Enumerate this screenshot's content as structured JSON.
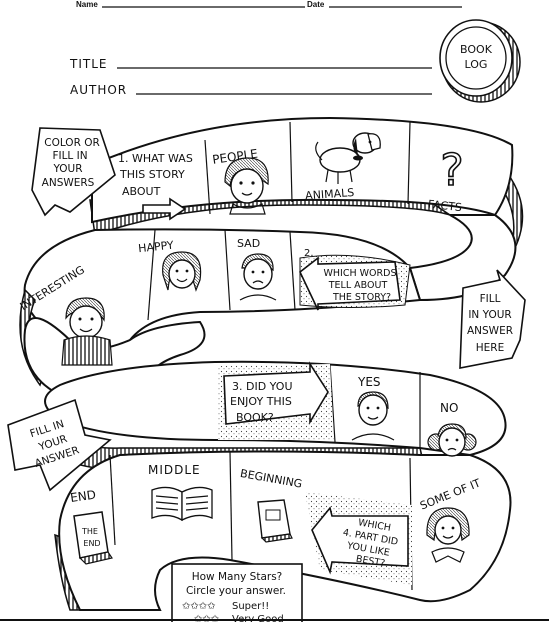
{
  "header": {
    "name_label": "Name",
    "date_label": "Date"
  },
  "form": {
    "title_label": "TITLE",
    "author_label": "AUTHOR"
  },
  "badge": {
    "line1": "BOOK",
    "line2": "LOG"
  },
  "instructions": {
    "start": [
      "COLOR OR",
      "FILL IN",
      "YOUR",
      "ANSWERS"
    ],
    "fill_right": [
      "FILL",
      "IN YOUR",
      "ANSWER",
      "HERE"
    ],
    "fill_left": [
      "FILL IN",
      "YOUR",
      "ANSWER"
    ]
  },
  "questions": {
    "q1": [
      "1. WHAT WAS",
      "THIS STORY",
      "ABOUT"
    ],
    "q2_number": "2.",
    "q2": [
      "WHICH WORDS",
      "TELL ABOUT",
      "THE STORY?"
    ],
    "q3": [
      "3. DID YOU",
      "ENJOY THIS",
      "BOOK?"
    ],
    "q4": [
      "WHICH",
      "4. PART DID",
      "YOU LIKE",
      "BEST?"
    ]
  },
  "spaces": {
    "people": "PEOPLE",
    "animals": "ANIMALS",
    "facts": "FACTS",
    "happy": "HAPPY",
    "sad": "SAD",
    "interesting": "INTERESTING",
    "yes": "YES",
    "no": "NO",
    "middle": "MIDDLE",
    "beginning": "BEGINNING",
    "end": "END",
    "some_of_it": "SOME OF IT",
    "book_cover_line1": "THE",
    "book_cover_line2": "END"
  },
  "stars_box": {
    "line1": "How Many Stars?",
    "line2": "Circle your answer.",
    "super_stars": "✩✩✩✩",
    "super_label": "Super!!",
    "good_stars": "✩✩✩",
    "good_label": "Very Good"
  }
}
